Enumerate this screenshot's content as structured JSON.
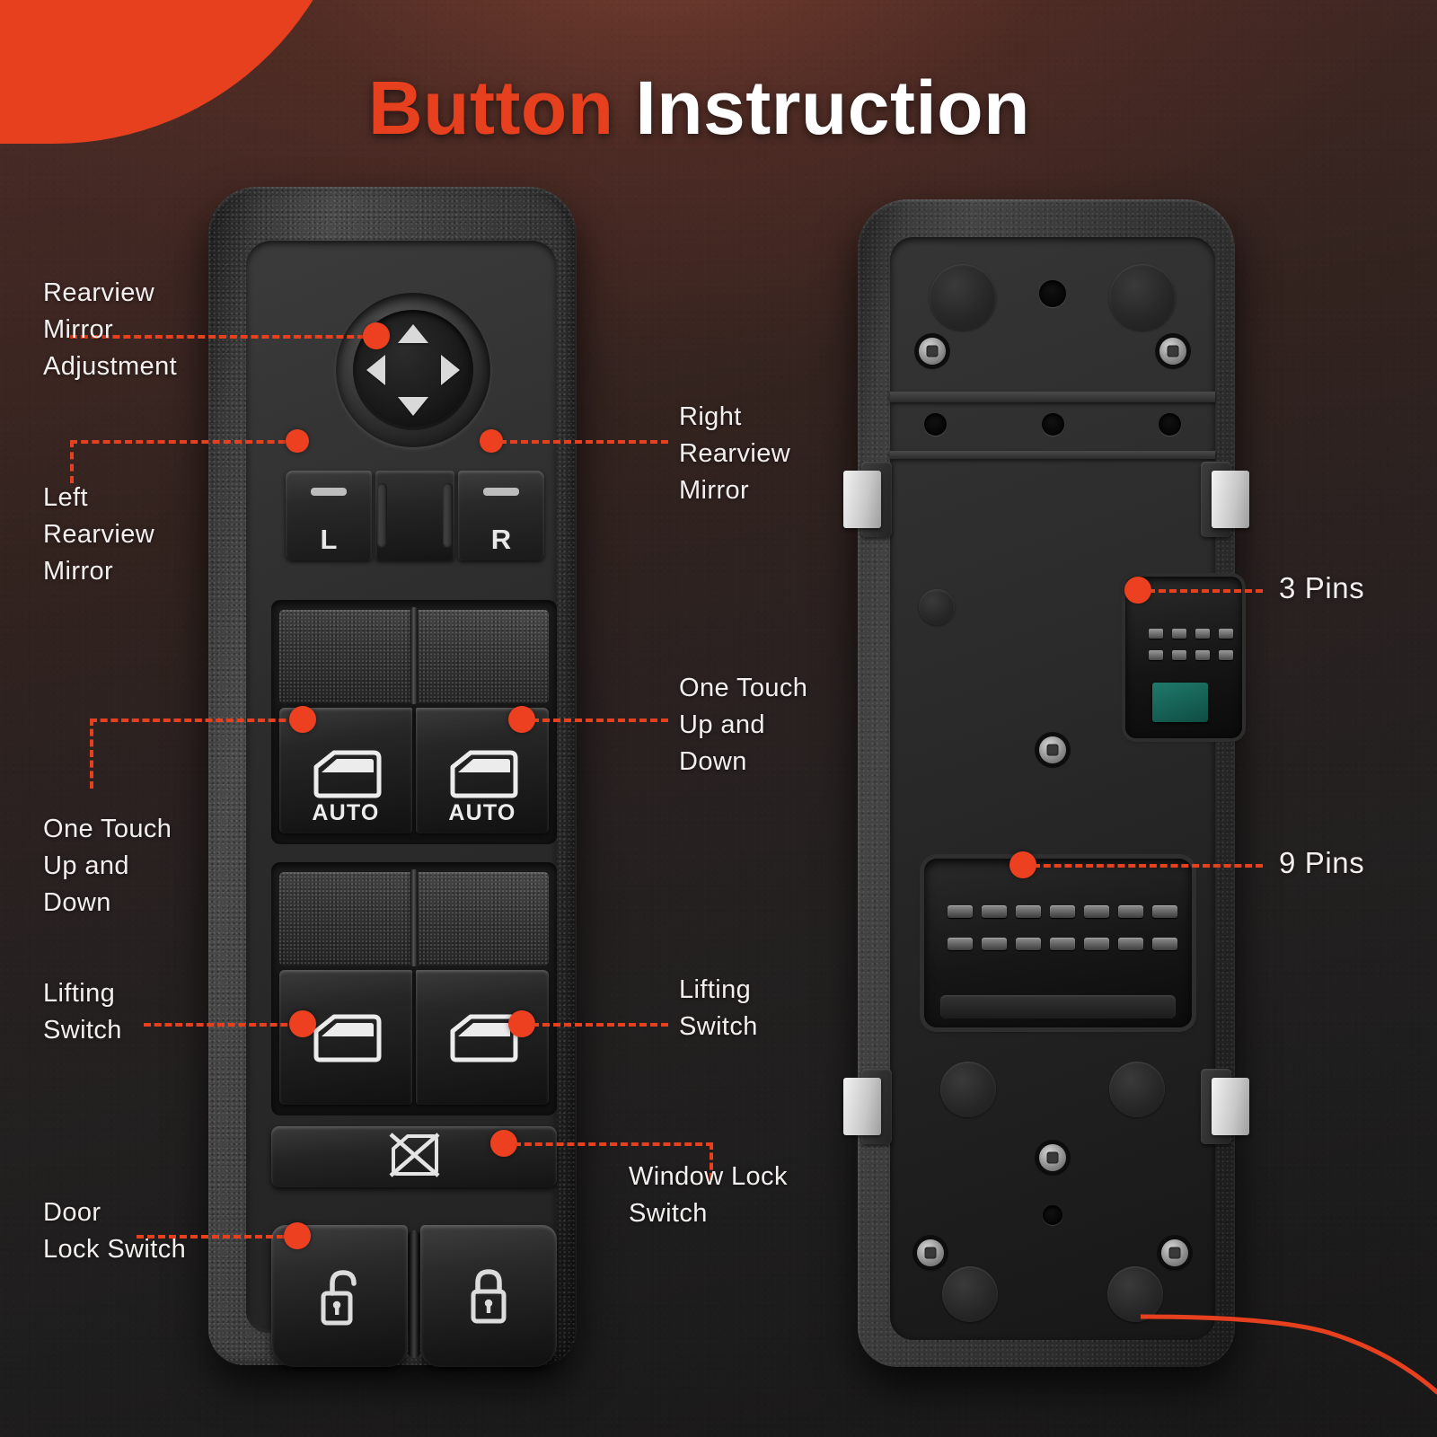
{
  "header": {
    "title_part1": "Button",
    "title_part2": "Instruction"
  },
  "colors": {
    "accent": "#E6401F",
    "dot": "#EC4020",
    "text": "#F2EFEE",
    "background_top": "#4C2D26",
    "background_bottom": "#191818"
  },
  "callouts": {
    "left": [
      {
        "id": "rearview-mirror-adjustment",
        "text": "Rearview\nMirror\nAdjustment"
      },
      {
        "id": "left-rearview-mirror",
        "text": "Left\nRearview\nMirror"
      },
      {
        "id": "one-touch-up-and-down-left",
        "text": "One Touch\nUp and\nDown"
      },
      {
        "id": "lifting-switch-left",
        "text": "Lifting\nSwitch"
      },
      {
        "id": "door-lock-switch",
        "text": "Door\nLock Switch"
      }
    ],
    "right": [
      {
        "id": "right-rearview-mirror",
        "text": "Right\nRearview\nMirror"
      },
      {
        "id": "one-touch-up-and-down-right",
        "text": "One Touch\nUp and\nDown"
      },
      {
        "id": "lifting-switch-right",
        "text": "Lifting\nSwitch"
      },
      {
        "id": "window-lock-switch",
        "text": "Window Lock\nSwitch"
      },
      {
        "id": "pins-3",
        "text": "3 Pins"
      },
      {
        "id": "pins-9",
        "text": "9 Pins"
      }
    ]
  },
  "front_switch": {
    "mirror_select_left_label": "L",
    "mirror_select_right_label": "R",
    "auto_label_left": "AUTO",
    "auto_label_right": "AUTO",
    "icons": {
      "joystick_up": "arrow-up-icon",
      "joystick_down": "arrow-down-icon",
      "joystick_left": "arrow-left-icon",
      "joystick_right": "arrow-right-icon",
      "window_auto": "car-window-icon",
      "window_plain": "car-window-icon",
      "window_lock": "window-lock-crossed-icon",
      "door_unlock": "unlock-icon",
      "door_lock": "lock-icon"
    }
  },
  "back_switch": {
    "connector_3pin_label": "3 Pins",
    "connector_9pin_label": "9 Pins",
    "pin_count_small": 3,
    "pin_count_large": 9
  }
}
